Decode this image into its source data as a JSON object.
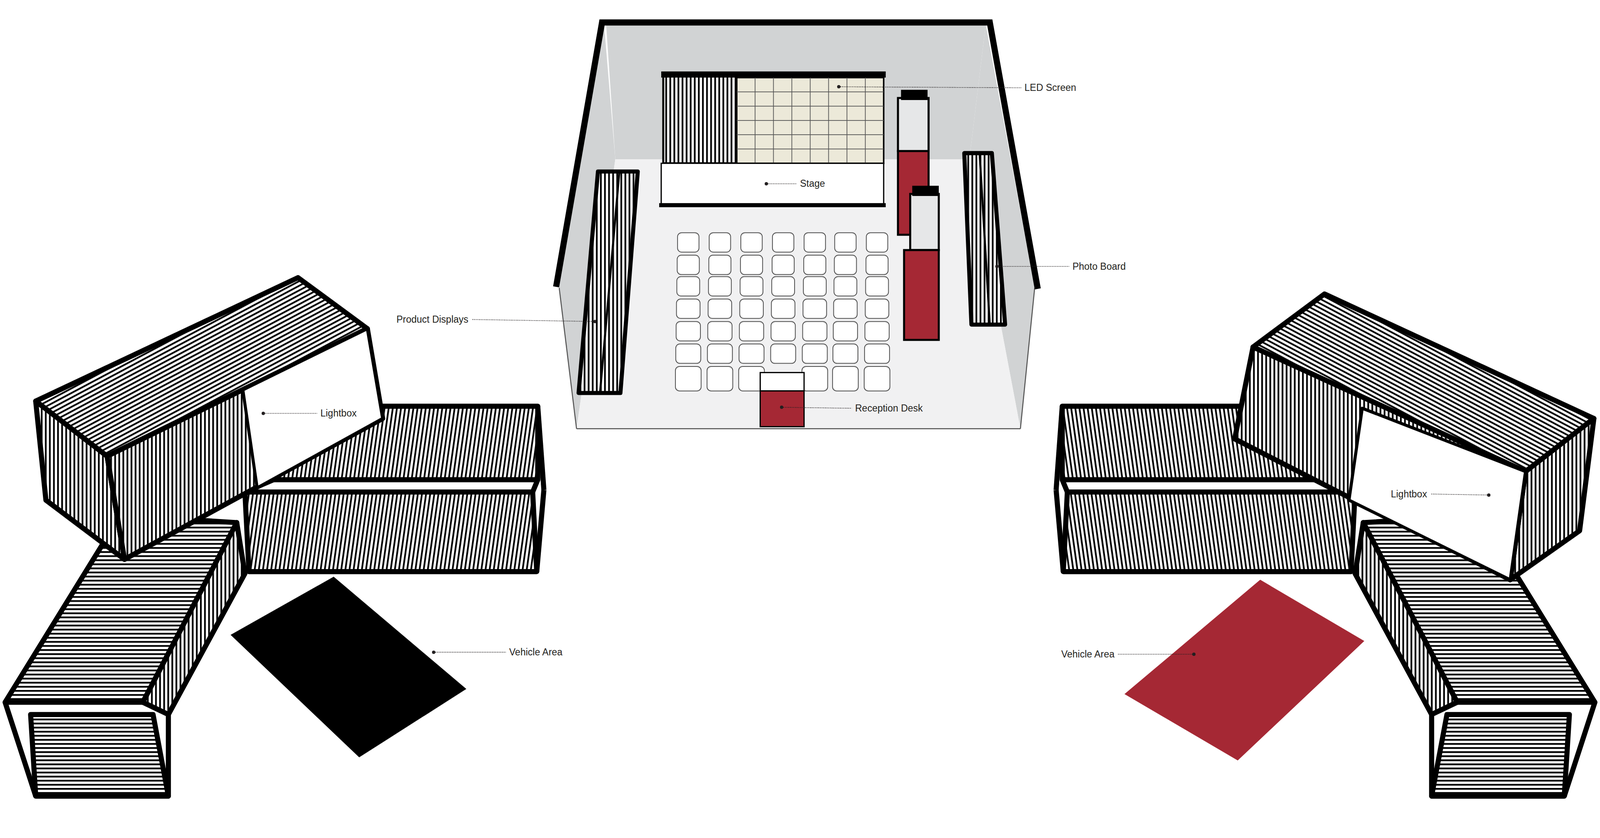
{
  "diagram": {
    "labels": [
      "LED Screen",
      "Stage",
      "Photo Board",
      "Product Displays",
      "Reception Desk",
      "Lightbox",
      "Lightbox",
      "Vehicle Area",
      "Vehicle Area"
    ]
  }
}
